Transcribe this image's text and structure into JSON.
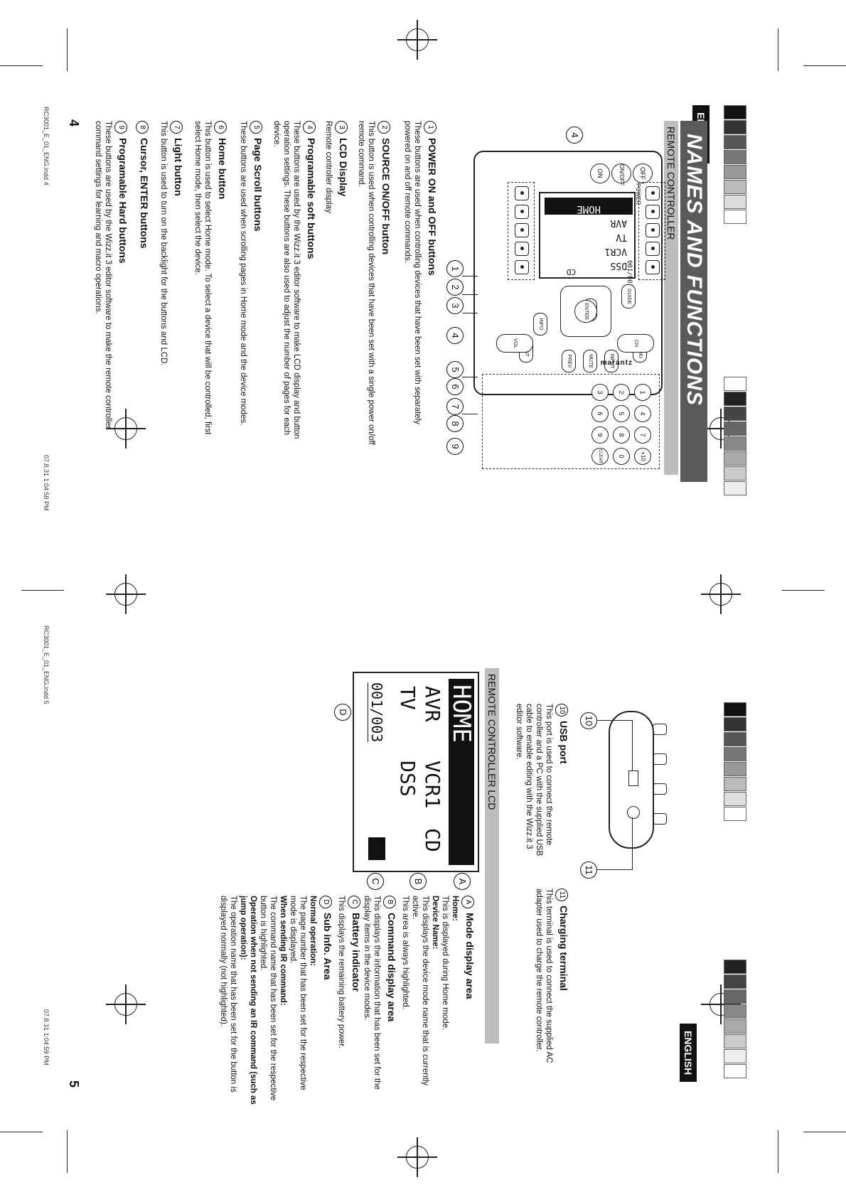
{
  "page_left": {
    "english_tab": "ENGLISH",
    "section_title": "NAMES AND FUNCTIONS",
    "subsection": "REMOTE CONTROLLER",
    "remote_labels": {
      "off": "OFF",
      "on_off": "ON/OFF",
      "on": "ON",
      "power": "POWER",
      "lcd_lines": [
        "HOME",
        "AVR",
        "TV",
        "VCR1",
        "DSS",
        "CD"
      ],
      "lcd_sub": "001/003",
      "guide": "GUIDE",
      "home": "HOME",
      "info": "INFO",
      "enter": "ENTER",
      "menu": "MENU",
      "exit": "EXIT",
      "mute": "MUTE",
      "input": "INPUT",
      "prev": "PREV",
      "ch": "CH",
      "vol": "VOL",
      "digits": [
        "1",
        "2",
        "3",
        "4",
        "5",
        "6",
        "7",
        "8",
        "9",
        "+10",
        "0",
        "CLEAR"
      ],
      "brand": "marantz"
    },
    "callouts": [
      "1",
      "2",
      "3",
      "4",
      "5",
      "6",
      "7",
      "8",
      "9"
    ],
    "items": [
      {
        "num": "1",
        "title": "POWER ON and OFF buttons",
        "text": "These buttons are used when controlling devices that have been set with separately powered on and off remote commands."
      },
      {
        "num": "2",
        "title": "SOURCE ON/OFF button",
        "text": "This button is used when controlling devices that have been set with a single power on/off remote command."
      },
      {
        "num": "3",
        "title": "LCD Display",
        "text": "Remote controller display"
      },
      {
        "num": "4",
        "title": "Programable soft buttons",
        "text": "These buttons are used by the Wizz.it 3 editor software to make LCD display and button operation settings. These buttons are also used to adjust the number of pages for each device."
      },
      {
        "num": "5",
        "title": "Page Scroll buttons",
        "text": "These buttons are used when scrolling pages in Home mode and the device modes."
      },
      {
        "num": "6",
        "title": "Home button",
        "text": "This button is used to select Home mode. To select a device that will be controlled, first select Home mode, then select the device."
      },
      {
        "num": "7",
        "title": "Light button",
        "text": "This button is used to turn on the backlight for the buttons and LCD."
      },
      {
        "num": "8",
        "title": "Cursor, ENTER buttons",
        "text": ""
      },
      {
        "num": "9",
        "title": "Programable Hard buttons",
        "text": "These buttons are used by the Wizz.it 3 editor software to make the remote controller command settings for learning and macro operations."
      }
    ],
    "page_number": "4",
    "footer_file": "RC3001_E_01_ENG.indd   4",
    "footer_date": "07.8.31   1:04:58 PM"
  },
  "page_right": {
    "english_tab": "ENGLISH",
    "items_top": [
      {
        "num": "10",
        "title": "USB port",
        "text": "This port is used to connect the remote controller and a PC with the supplied USB cable to enable editing with the Wizz.it 3 editor software."
      },
      {
        "num": "11",
        "title": "Charging terminal",
        "text": "This terminal is used to connect the supplied AC adapter used to charge the remote controller."
      }
    ],
    "subsection": "REMOTE CONTROLLER LCD",
    "lcd_lines": [
      "HOME",
      "AVR",
      "TV",
      "VCR1",
      "DSS",
      "CD"
    ],
    "lcd_sub": "001/003",
    "lcd_callouts": [
      "A",
      "B",
      "C",
      "D"
    ],
    "side_callouts": [
      "10",
      "11"
    ],
    "items_lcd": [
      {
        "num": "A",
        "title": "Mode display area",
        "lines": [
          {
            "b": "Home:",
            "t": ""
          },
          {
            "b": "",
            "t": "This is displayed during Home mode."
          },
          {
            "b": "Device Name:",
            "t": ""
          },
          {
            "b": "",
            "t": "This displays the device mode name that is currently active."
          },
          {
            "b": "",
            "t": "This area is always highlighted."
          }
        ]
      },
      {
        "num": "B",
        "title": "Command display area",
        "lines": [
          {
            "b": "",
            "t": "This displays the information that has been set for the display items in the device modes."
          }
        ]
      },
      {
        "num": "C",
        "title": "Battery indicator",
        "lines": [
          {
            "b": "",
            "t": "This displays the remaining battery power."
          }
        ]
      },
      {
        "num": "D",
        "title": "Sub info. Area",
        "lines": [
          {
            "b": "Normal operation:",
            "t": ""
          },
          {
            "b": "",
            "t": "The page number that has been set for the respective mode is displayed."
          },
          {
            "b": "When sending IR command:",
            "t": ""
          },
          {
            "b": "",
            "t": "The command name that has been set for the respective button is highlighted."
          },
          {
            "b": "Operation when not sending an IR command (such as jump operation):",
            "t": ""
          },
          {
            "b": "",
            "t": "The operation name that has been set for the button is displayed normally (not highlighted)."
          }
        ]
      }
    ],
    "page_number": "5",
    "footer_file": "RC3001_E_01_ENG.indd   5",
    "footer_date": "07.8.31   1:04:59 PM"
  }
}
